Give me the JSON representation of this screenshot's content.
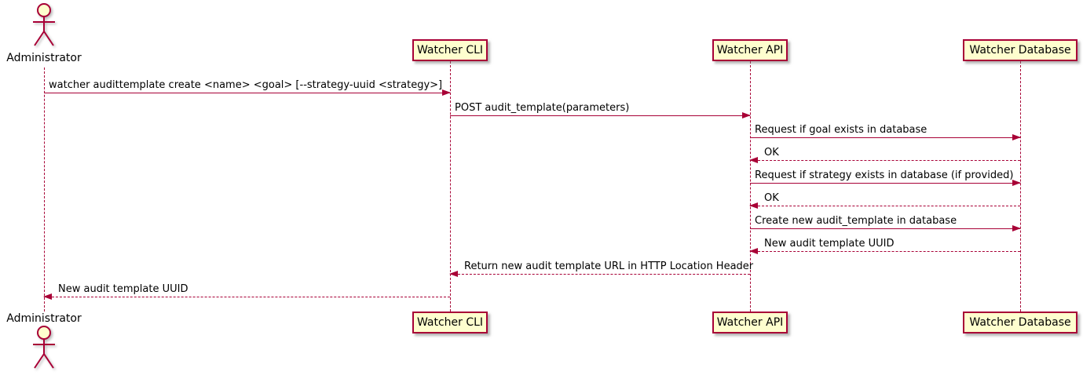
{
  "diagram_type": "sequence-diagram",
  "colors": {
    "accent": "#A80036",
    "participant_fill": "#FEFECE",
    "text": "#000000",
    "background": "#ffffff"
  },
  "actor": {
    "label": "Administrator"
  },
  "participants": [
    {
      "label": "Watcher CLI"
    },
    {
      "label": "Watcher API"
    },
    {
      "label": "Watcher Database"
    }
  ],
  "messages": [
    {
      "from": "Administrator",
      "to": "Watcher CLI",
      "style": "solid",
      "text": "watcher audittemplate create <name> <goal> [--strategy-uuid <strategy>]"
    },
    {
      "from": "Watcher CLI",
      "to": "Watcher API",
      "style": "solid",
      "text": "POST audit_template(parameters)"
    },
    {
      "from": "Watcher API",
      "to": "Watcher Database",
      "style": "solid",
      "text": "Request if goal exists in database"
    },
    {
      "from": "Watcher Database",
      "to": "Watcher API",
      "style": "dashed",
      "text": "OK"
    },
    {
      "from": "Watcher API",
      "to": "Watcher Database",
      "style": "solid",
      "text": "Request if strategy exists in database (if provided)"
    },
    {
      "from": "Watcher Database",
      "to": "Watcher API",
      "style": "dashed",
      "text": "OK"
    },
    {
      "from": "Watcher API",
      "to": "Watcher Database",
      "style": "solid",
      "text": "Create new audit_template in database"
    },
    {
      "from": "Watcher Database",
      "to": "Watcher API",
      "style": "dashed",
      "text": "New audit template UUID"
    },
    {
      "from": "Watcher API",
      "to": "Watcher CLI",
      "style": "dashed",
      "text": "Return new audit template URL in HTTP Location Header"
    },
    {
      "from": "Watcher CLI",
      "to": "Administrator",
      "style": "dashed",
      "text": "New audit template UUID"
    }
  ]
}
